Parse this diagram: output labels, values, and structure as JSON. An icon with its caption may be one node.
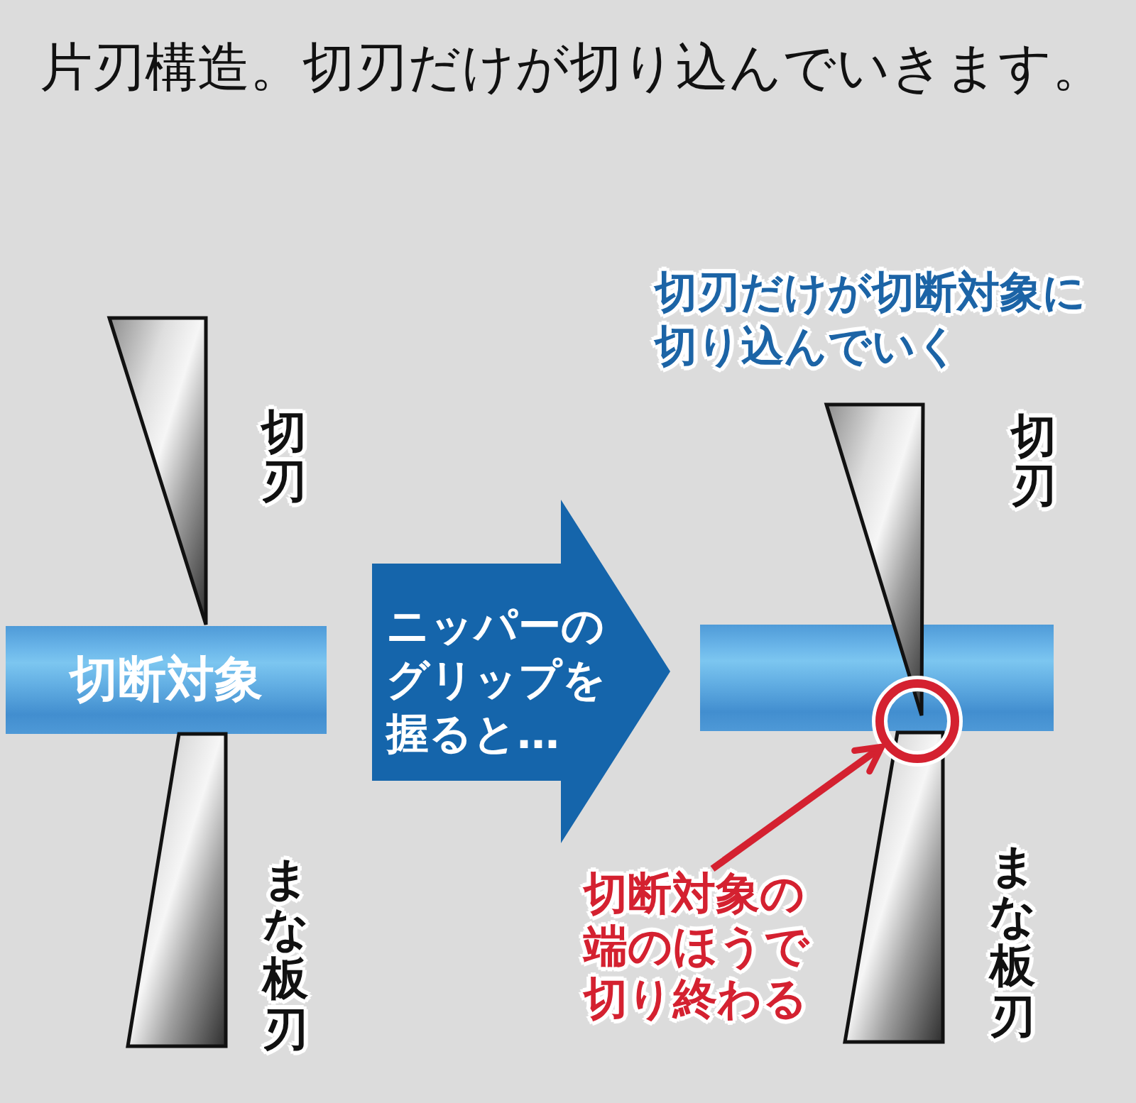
{
  "diagram": {
    "title": "片刃構造。切刃だけが切り込んでいきます。",
    "nodes": [
      {
        "text": [],
        "shape": "triangle",
        "beside": [
          "切刃"
        ]
      },
      {
        "text": [
          "切断対象"
        ]
      },
      {
        "text": [],
        "shape": "trapezoid",
        "beside": [
          "まな板刃"
        ]
      },
      {
        "text": [
          "ニッパーのグリップを握ると…"
        ]
      },
      {
        "text": [],
        "shape": "triangle",
        "beside": [
          "切刃"
        ]
      },
      {
        "text": [],
        "shape": "bar"
      },
      {
        "text": [],
        "shape": "circle"
      },
      {
        "text": [],
        "shape": "trapezoid",
        "beside": [
          "まな板刃"
        ]
      },
      {
        "text": [
          "切断対象の端のほうで切り終わる"
        ]
      }
    ],
    "edges": [
      {
        "from": 8,
        "to": 6,
        "arrow": "to",
        "color": "#d42130"
      }
    ],
    "labels": [
      "切刃だけが切断対象に切り込んでいく"
    ]
  }
}
